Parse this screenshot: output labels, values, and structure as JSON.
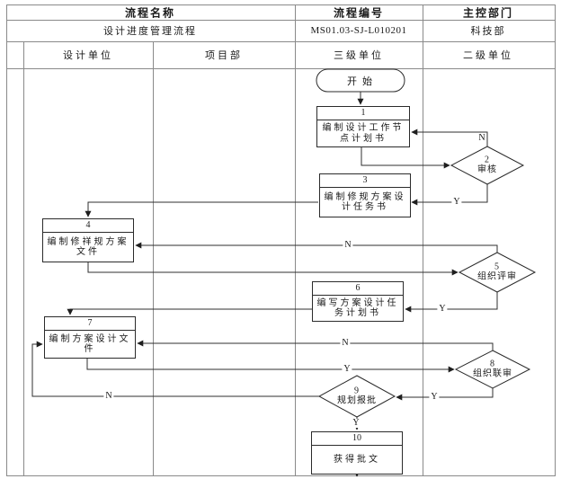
{
  "title_row": {
    "process_name_label": "流程名称",
    "process_code_label": "流程编号",
    "department_label": "主控部门",
    "process_name": "设计进度管理流程",
    "process_code": "MS01.03-SJ-L010201",
    "department": "科技部"
  },
  "lanes": [
    {
      "label": "设计单位"
    },
    {
      "label": "项目部"
    },
    {
      "label": "三级单位"
    },
    {
      "label": "二级单位"
    }
  ],
  "nodes": {
    "start": {
      "label": "开始"
    },
    "n1": {
      "num": "1",
      "label": "编制设计工作节点计划书"
    },
    "n2": {
      "num": "2",
      "label": "审核"
    },
    "n3": {
      "num": "3",
      "label": "编制修规方案设计任务书"
    },
    "n4": {
      "num": "4",
      "label": "编制修祥规方案文件"
    },
    "n5": {
      "num": "5",
      "label": "组织评审"
    },
    "n6": {
      "num": "6",
      "label": "编写方案设计任务计划书"
    },
    "n7": {
      "num": "7",
      "label": "编制方案设计文件"
    },
    "n8": {
      "num": "8",
      "label": "组织联审"
    },
    "n9": {
      "num": "9",
      "label": "规划报批"
    },
    "n10": {
      "num": "10",
      "label": "获得批文"
    }
  },
  "edge_labels": {
    "yes": "Y",
    "no": "N"
  },
  "colors": {
    "grid": "#8a8a8a",
    "line": "#2f2f2f",
    "text": "#1a1a1a"
  }
}
